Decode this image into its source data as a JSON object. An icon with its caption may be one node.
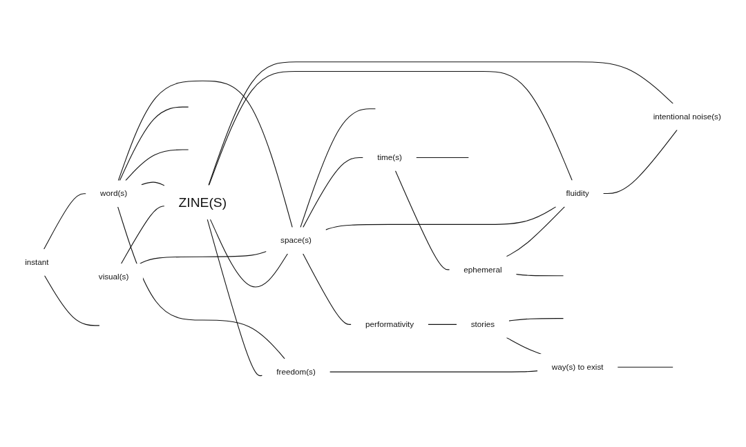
{
  "diagram": {
    "nodes": [
      {
        "text": [
          "word(s)"
        ]
      },
      {
        "text": [
          "space(s)"
        ]
      },
      {
        "text": [
          "instant"
        ]
      },
      {
        "text": [
          "visual(s)"
        ]
      },
      {
        "text": [
          "time(s)"
        ]
      },
      {
        "text": [
          "ephemeral"
        ]
      },
      {
        "text": [
          "ZINE(S)"
        ]
      },
      {
        "text": [
          "fluidity"
        ]
      },
      {
        "text": [
          "freedom(s)"
        ]
      },
      {
        "text": [
          "way(s) to exist"
        ]
      },
      {
        "text": [
          "performativity"
        ]
      },
      {
        "text": [
          "intentional noise(s)"
        ]
      },
      {
        "text": [
          "stories"
        ]
      }
    ],
    "edges": [
      {
        "from": 0,
        "to": 1,
        "arrow": "none"
      },
      {
        "from": 3,
        "to": 1,
        "arrow": "none"
      },
      {
        "from": 2,
        "to": 0,
        "arrow": "none"
      },
      {
        "from": 0,
        "to": 8,
        "arrow": "none"
      },
      {
        "from": 0,
        "to": 6,
        "arrow": "none"
      },
      {
        "from": 3,
        "to": 6,
        "arrow": "none"
      },
      {
        "from": 6,
        "to": 7,
        "arrow": "none"
      },
      {
        "from": 6,
        "to": 8,
        "arrow": "none"
      },
      {
        "from": 6,
        "to": 1,
        "arrow": "none"
      },
      {
        "from": 6,
        "to": 11,
        "arrow": "none"
      },
      {
        "from": 1,
        "to": 4,
        "arrow": "none"
      },
      {
        "from": 1,
        "to": 7,
        "arrow": "none"
      },
      {
        "from": 1,
        "to": 10,
        "arrow": "none"
      },
      {
        "from": 4,
        "to": 5,
        "arrow": "none"
      },
      {
        "from": 5,
        "to": 7,
        "arrow": "none"
      },
      {
        "from": 7,
        "to": 11,
        "arrow": "none"
      },
      {
        "from": 10,
        "to": 12,
        "arrow": "none"
      },
      {
        "from": 12,
        "to": 9,
        "arrow": "none"
      },
      {
        "from": 8,
        "to": 9,
        "arrow": "none"
      },
      {
        "from": 0,
        "to": null,
        "arrow": "none"
      },
      {
        "from": 0,
        "to": null,
        "arrow": "none"
      },
      {
        "from": 2,
        "to": null,
        "arrow": "none"
      },
      {
        "from": 9,
        "to": null,
        "arrow": "none"
      },
      {
        "from": 1,
        "to": null,
        "arrow": "none"
      },
      {
        "from": 4,
        "to": null,
        "arrow": "none"
      },
      {
        "from": 5,
        "to": null,
        "arrow": "none"
      },
      {
        "from": 12,
        "to": null,
        "arrow": "none"
      }
    ]
  }
}
